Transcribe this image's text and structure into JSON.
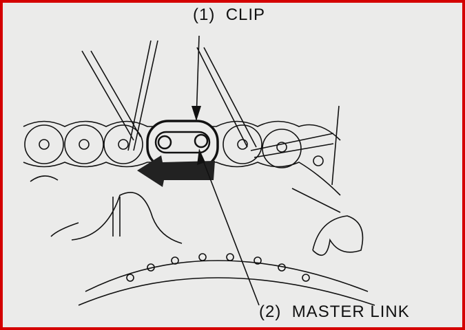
{
  "figure": {
    "labels": [
      {
        "number": "(1)",
        "text": "CLIP"
      },
      {
        "number": "(2)",
        "text": "MASTER LINK"
      }
    ],
    "colors": {
      "border": "#d40000",
      "paper": "#ebebea",
      "ink": "#111111"
    }
  }
}
